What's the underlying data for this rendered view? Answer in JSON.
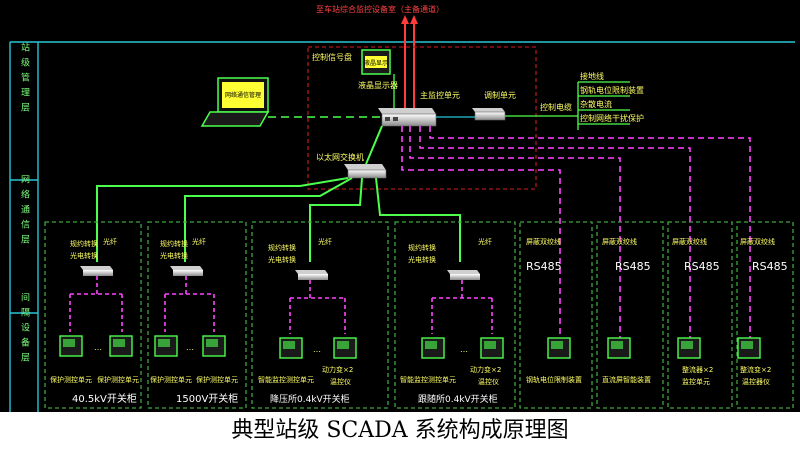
{
  "diagram": {
    "top_label": "至车站综合监控设备室（主备通道）",
    "layers": [
      "站级管理层",
      "网络通信层",
      "间隔设备层"
    ],
    "control_center": {
      "control_panel": "控制信号盘",
      "lcd_screen": "液晶显示",
      "lcd_monitor": "液晶显示器",
      "main_monitor": "主监控单元",
      "modem": "调制单元",
      "control_cable": "控制电缆",
      "laptop_screen": "网络通信管理",
      "ethernet_switch": "以太网交换机"
    },
    "signals": [
      "接地线",
      "钢轨电位限制装置",
      "杂散电流",
      "控制网络干扰保护"
    ],
    "cabinets": [
      {
        "fiber": "光纤",
        "converter_a": "规约转换",
        "converter_b": "光电转换",
        "unit_left": "保护测控单元",
        "unit_right": "保护测控单元",
        "footer": "40.5kV开关柜"
      },
      {
        "fiber": "光纤",
        "converter_a": "规约转换",
        "converter_b": "光电转换",
        "unit_left": "保护测控单元",
        "unit_right": "保护测控单元",
        "footer": "1500V开关柜"
      },
      {
        "fiber": "光纤",
        "converter_a": "规约转换",
        "converter_b": "光电转换",
        "unit_left": "智能监控测控单元",
        "unit_right": "动力变×2",
        "unit_right_sub": "温控仪",
        "footer": "降压所0.4kV开关柜"
      },
      {
        "fiber": "光纤",
        "converter_a": "规约转换",
        "converter_b": "光电转换",
        "unit_left": "智能监控测控单元",
        "unit_right": "动力变×2",
        "unit_right_sub": "温控仪",
        "footer": "跟随所0.4kV开关柜"
      }
    ],
    "rs485_boxes": [
      {
        "cable": "屏蔽双绞线",
        "protocol": "RS485",
        "device": "钢轨电位限制装置",
        "device_sub": ""
      },
      {
        "cable": "屏蔽双绞线",
        "protocol": "RS485",
        "device": "直流屏智能装置",
        "device_sub": ""
      },
      {
        "cable": "屏蔽双绞线",
        "protocol": "RS485",
        "device": "整流器×2",
        "device_sub": "监控单元"
      },
      {
        "cable": "屏蔽双绞线",
        "protocol": "RS485",
        "device": "整流变×2",
        "device_sub": "温控器仪"
      }
    ]
  },
  "caption": "典型站级 SCADA 系统构成原理图",
  "colors": {
    "background": "#000000",
    "green_frame": "#3ea33e",
    "fiber": "#4cff4c",
    "rs485_dash": "#ff44ff",
    "red_frame": "#b01818",
    "cyan": "#27c6d6",
    "text_yellow": "#ffff66",
    "text_green": "#7cff7c"
  }
}
